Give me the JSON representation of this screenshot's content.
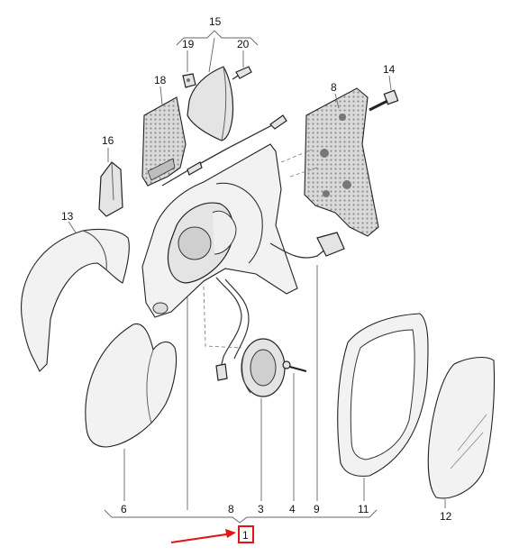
{
  "labels": {
    "p1": "1",
    "p3": "3",
    "p4": "4",
    "p6": "6",
    "p8_top": "8",
    "p8_bottom": "8",
    "p9": "9",
    "p11": "11",
    "p12": "12",
    "p13": "13",
    "p14": "14",
    "p15": "15",
    "p16": "16",
    "p18": "18",
    "p19": "19",
    "p20": "20"
  },
  "colors": {
    "highlight": "#e01616",
    "line": "#222222",
    "part_fill": "#e4e4e4"
  }
}
